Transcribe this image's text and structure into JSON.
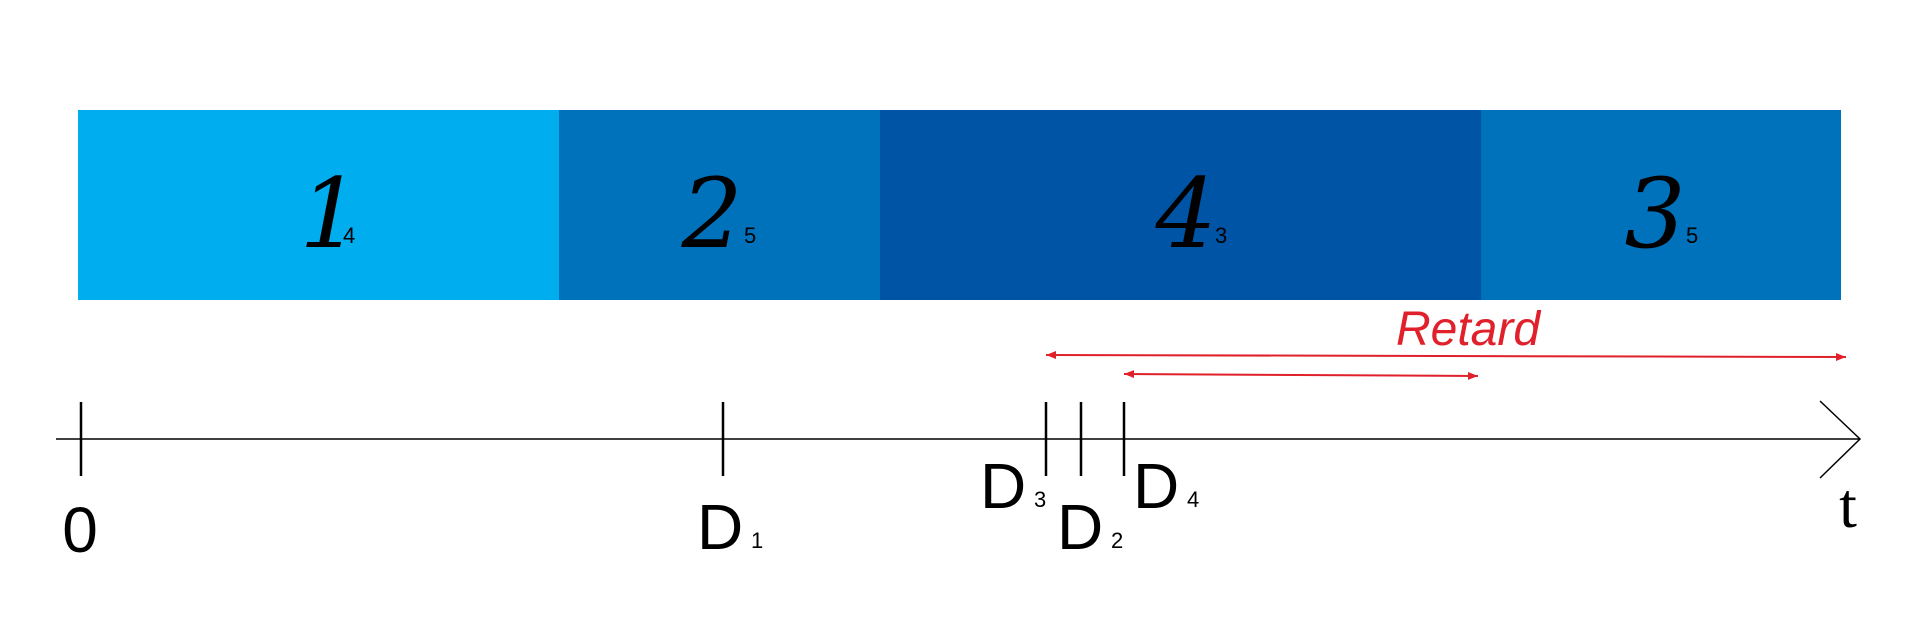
{
  "jobs": [
    {
      "id": "1",
      "sub": "4",
      "color": "#00aeef"
    },
    {
      "id": "2",
      "sub": "5",
      "color": "#0072bc"
    },
    {
      "id": "4",
      "sub": "3",
      "color": "#0054a6"
    },
    {
      "id": "3",
      "sub": "5",
      "color": "#0072bc"
    }
  ],
  "axis": {
    "origin_label": "0",
    "time_label": "t",
    "deadlines": [
      {
        "label": "D",
        "sub": "1"
      },
      {
        "label": "D",
        "sub": "3"
      },
      {
        "label": "D",
        "sub": "2"
      },
      {
        "label": "D",
        "sub": "4"
      }
    ]
  },
  "delay": {
    "label": "Retard",
    "color": "#e0202a"
  }
}
